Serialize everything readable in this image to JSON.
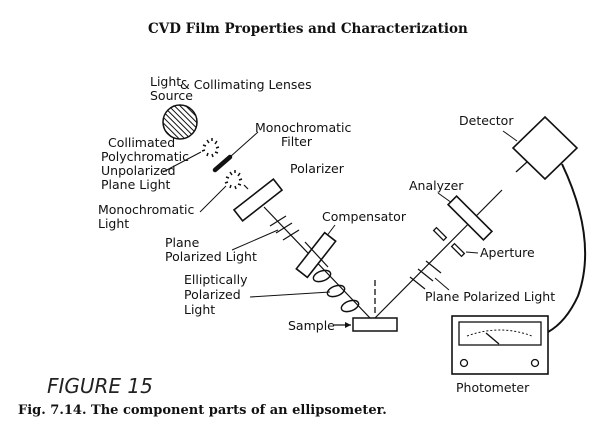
{
  "header": {
    "title": "CVD Film Properties and Characterization"
  },
  "labels": {
    "light_source_1": "Light",
    "light_source_2": "Source",
    "collimating": "& Collimating Lenses",
    "collimated_1": "Collimated",
    "collimated_2": "Polychromatic",
    "collimated_3": "Unpolarized",
    "collimated_4": "Plane Light",
    "mono_filter_1": "Monochromatic",
    "mono_filter_2": "Filter",
    "polarizer": "Polarizer",
    "mono_light_1": "Monochromatic",
    "mono_light_2": "Light",
    "compensator": "Compensator",
    "plane_pol_1": "Plane",
    "plane_pol_2": "Polarized  Light",
    "elliptic_1": "Elliptically",
    "elliptic_2": "Polarized",
    "elliptic_3": "Light",
    "sample": "Sample",
    "detector": "Detector",
    "analyzer": "Analyzer",
    "aperture": "Aperture",
    "plane_pol_right": "Plane Polarized Light",
    "photometer": "Photometer"
  },
  "handwritten": "FIGURE 15",
  "caption": "Fig. 7.14.  The component parts of an ellipsometer."
}
